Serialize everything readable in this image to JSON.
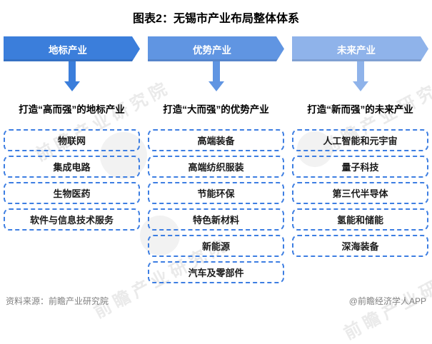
{
  "title": "图表2：无锡市产业布局整体体系",
  "columns": [
    {
      "header": "地标产业",
      "slogan": "打造“高而强”的地标产业",
      "color": "#3b7edb",
      "items": [
        "物联网",
        "集成电路",
        "生物医药",
        "软件与信息技术服务"
      ]
    },
    {
      "header": "优势产业",
      "slogan": "打造“大而强”的优势产业",
      "color": "#6095e2",
      "items": [
        "高端装备",
        "高端纺织服装",
        "节能环保",
        "特色新材料",
        "新能源",
        "汽车及零部件"
      ]
    },
    {
      "header": "未来产业",
      "slogan": "打造“新而强”的未来产业",
      "color": "#8fb3ea",
      "items": [
        "人工智能和元宇宙",
        "量子科技",
        "第三代半导体",
        "氢能和储能",
        "深海装备"
      ]
    }
  ],
  "box_border_color": "#3d7ee2",
  "watermark": "前瞻产业研究院",
  "footer": {
    "source": "资料来源：前瞻产业研究院",
    "handle": "@前瞻经济学人APP"
  }
}
